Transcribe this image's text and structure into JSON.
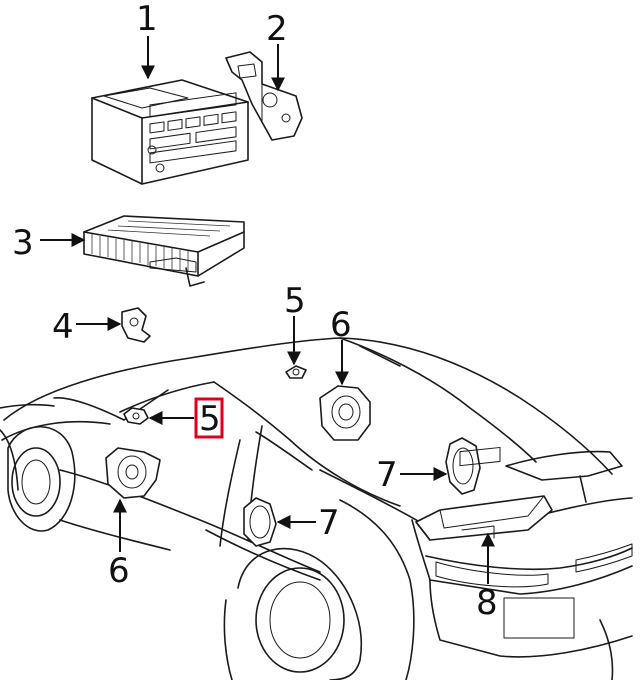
{
  "callouts": {
    "c1": "1",
    "c2": "2",
    "c3": "3",
    "c4": "4",
    "c5_roof": "5",
    "c5_highlighted": "5",
    "c6_rear": "6",
    "c6_door": "6",
    "c7_shelf": "7",
    "c7_door": "7",
    "c8": "8"
  },
  "highlight": {
    "target": "5",
    "color": "#e0001b"
  },
  "parts": [
    {
      "callout": "1",
      "icon": "radio-head-unit"
    },
    {
      "callout": "2",
      "icon": "mounting-bracket"
    },
    {
      "callout": "3",
      "icon": "amplifier"
    },
    {
      "callout": "4",
      "icon": "small-bracket"
    },
    {
      "callout": "5",
      "icon": "tweeter-speaker"
    },
    {
      "callout": "6",
      "icon": "speaker-housing"
    },
    {
      "callout": "7",
      "icon": "speaker"
    },
    {
      "callout": "8",
      "icon": "subwoofer-box"
    }
  ]
}
